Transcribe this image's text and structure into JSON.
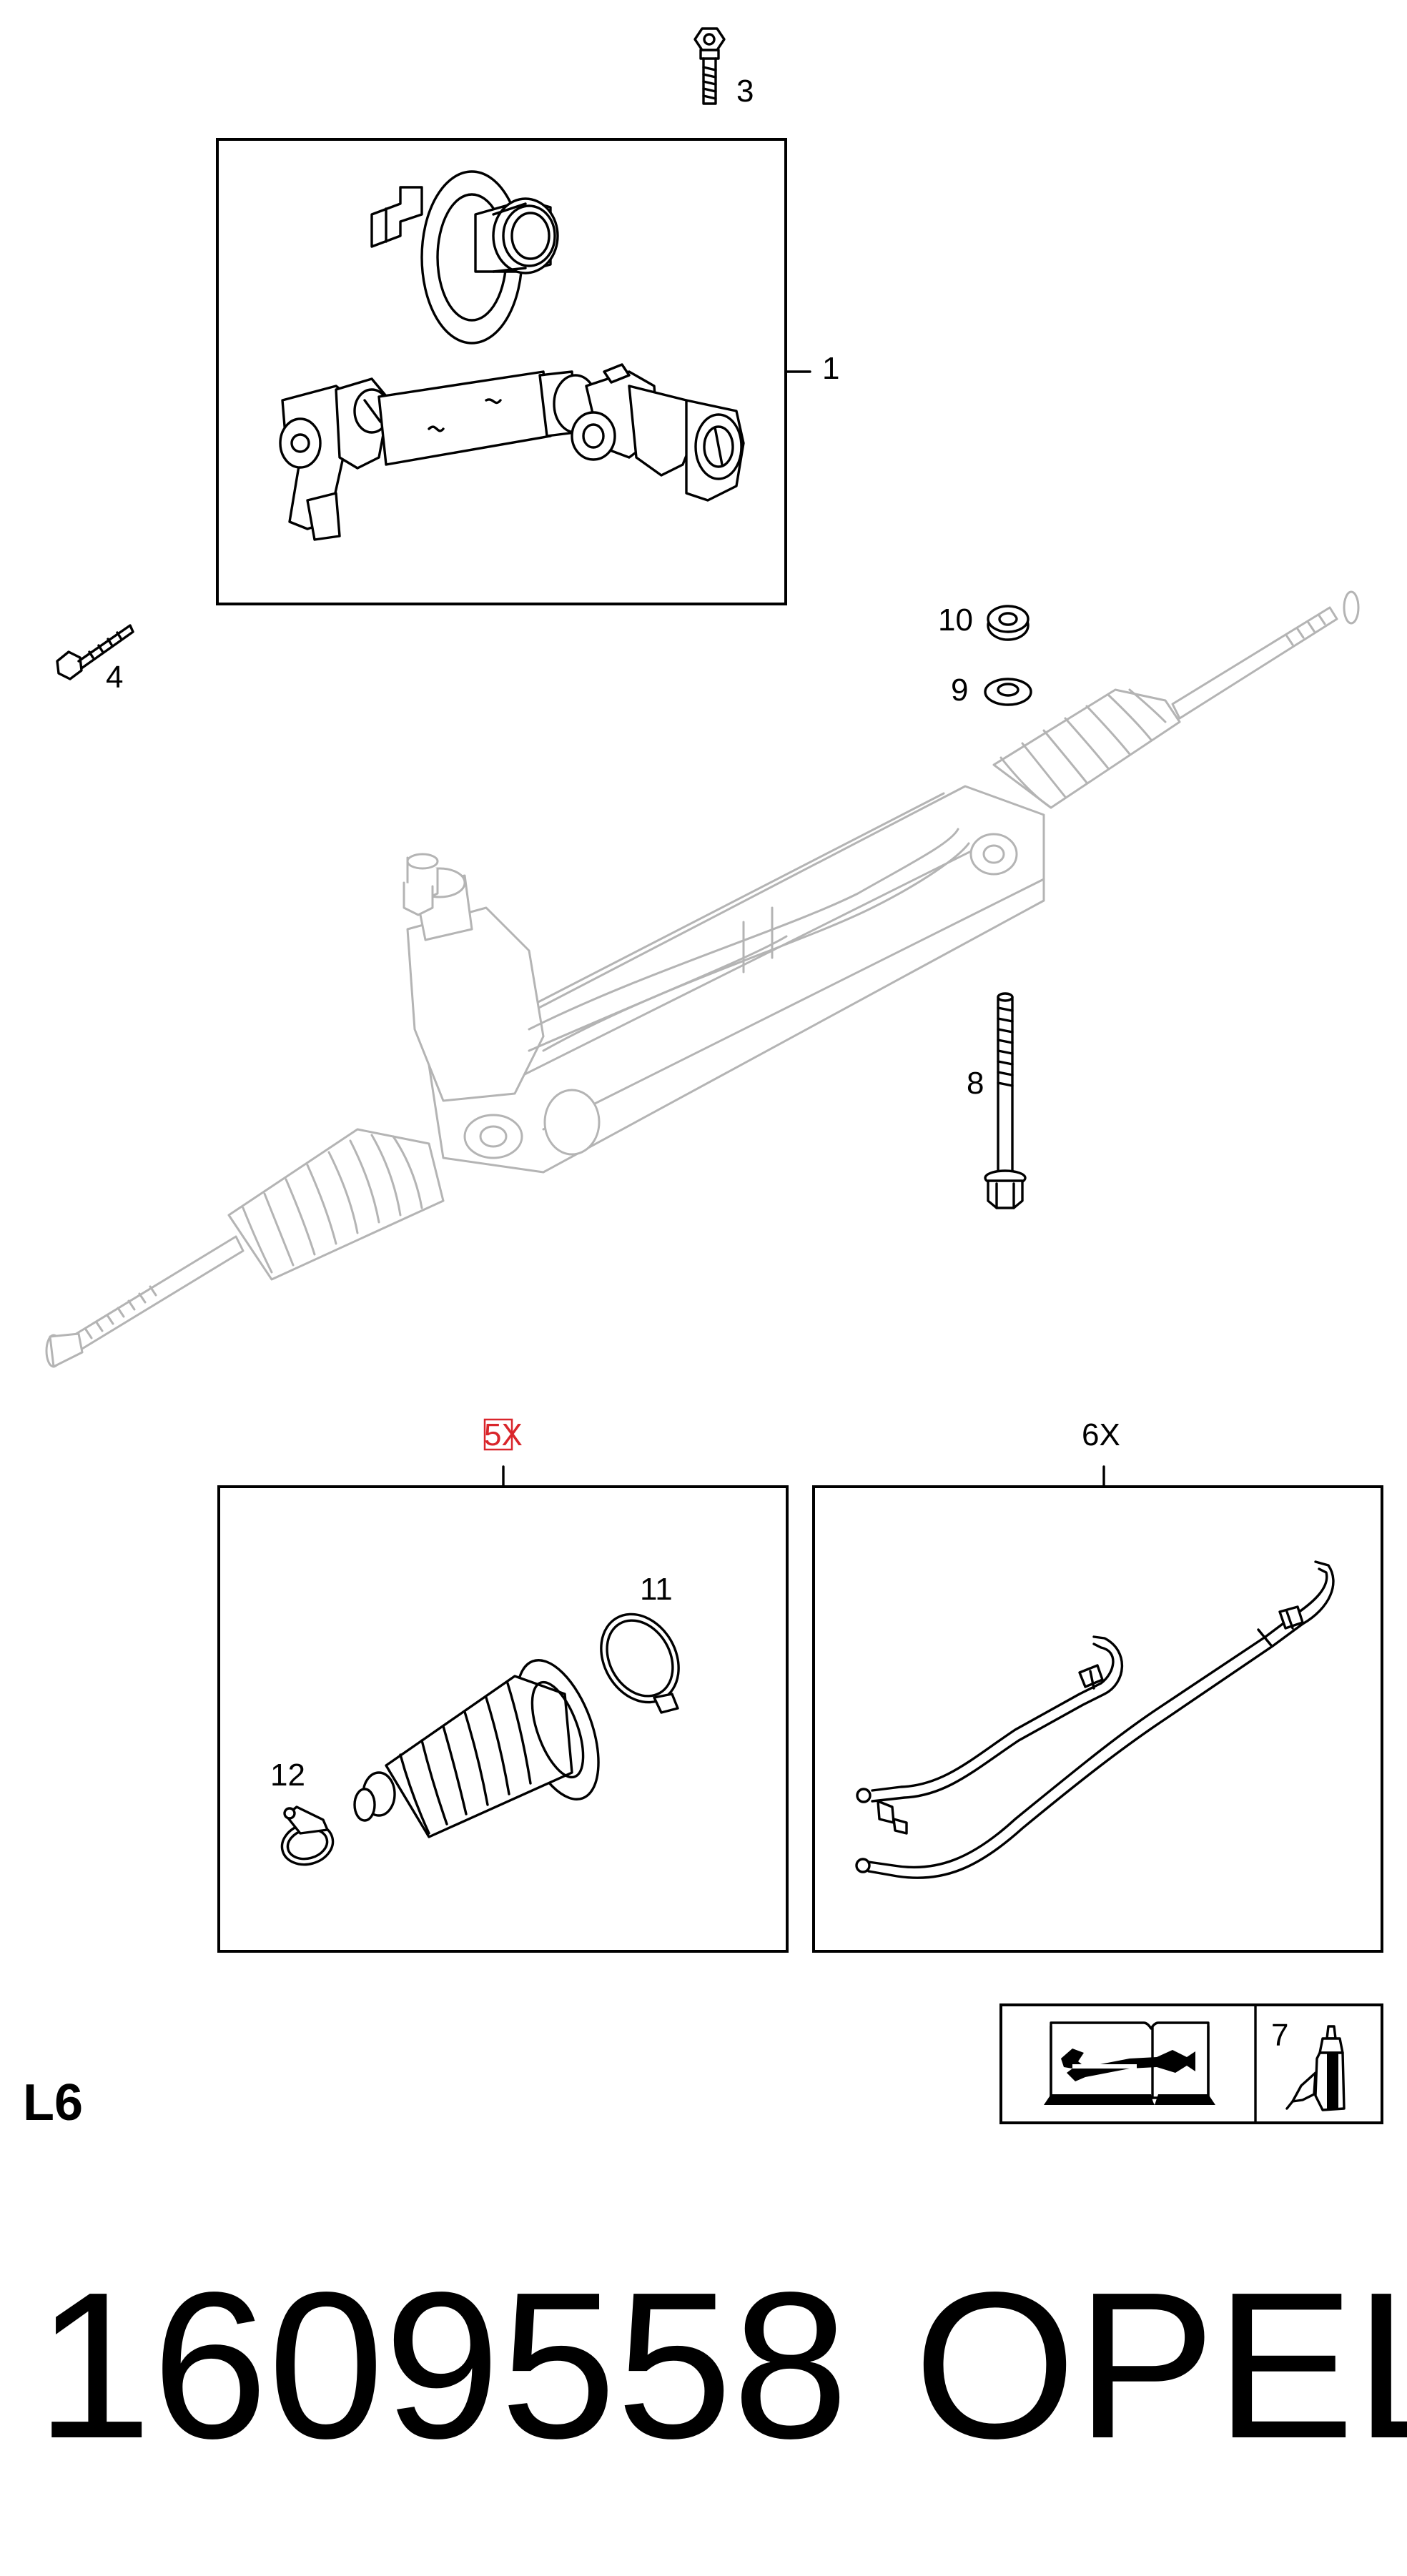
{
  "diagram": {
    "callouts": {
      "c1": "1",
      "c3": "3",
      "c4": "4",
      "c5": "5X",
      "c6": "6X",
      "c7": "7",
      "c8": "8",
      "c9": "9",
      "c10": "10",
      "c11": "11",
      "c12": "12"
    },
    "section_code": "L6",
    "part_number": "1609558",
    "brand": "OPEL",
    "colors": {
      "highlight": "#d9252b",
      "ghost_outline": "#b4b4b4",
      "line": "#000000"
    }
  }
}
